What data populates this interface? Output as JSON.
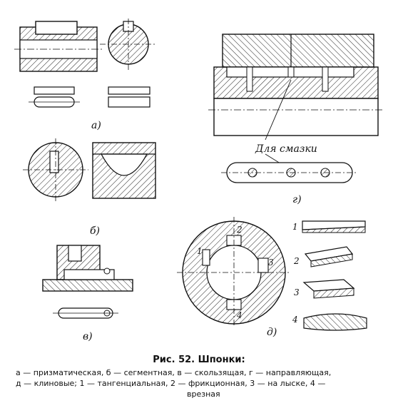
{
  "figure": {
    "labels": {
      "a": "а)",
      "b": "б)",
      "v": "в)",
      "g": "г)",
      "d": "д)"
    },
    "annotation": "Для смазки",
    "part_numbers": [
      "1",
      "2",
      "3",
      "4"
    ],
    "center_numbers": [
      "1",
      "2",
      "3",
      "4"
    ]
  },
  "caption": {
    "title": "Рис. 52. Шпонки:",
    "line1": "а — призматическая, б — сегментная, в — скользящая, г — направляющая,",
    "line2": "д — клиновые; 1 — тангенциальная, 2 — фрикционная, 3 — на лыске, 4 —",
    "line3": "врезная"
  }
}
